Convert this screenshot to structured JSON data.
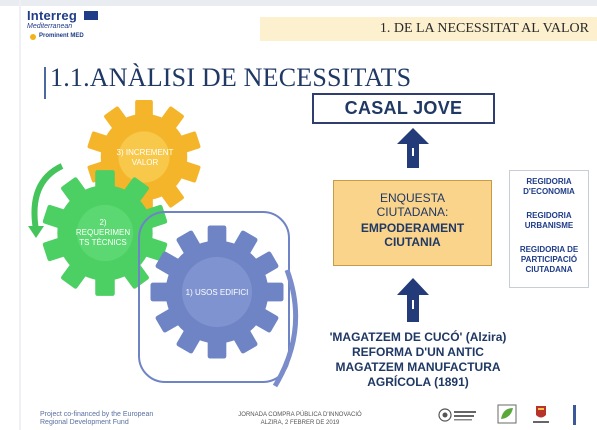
{
  "logo": {
    "title": "Interreg",
    "subtitle": "Mediterranean",
    "project": "Prominent MED"
  },
  "header": {
    "section": "1. DE LA NECESSITAT  AL VALOR"
  },
  "slide": {
    "title": "1.1.ANÀLISI DE NECESSITATS"
  },
  "gears": {
    "g1": "1) USOS EDIFICI",
    "g2a": "2)",
    "g2b": "REQUERIMEN",
    "g2c": "TS TÈCNICS",
    "g3a": "3) INCREMENT",
    "g3b": "VALOR"
  },
  "casal": "CASAL JOVE",
  "survey": {
    "line1": "ENQUESTA",
    "line2": "CIUTADANA:",
    "line3": "EMPODERAMENT",
    "line4": "CIUTANIA"
  },
  "regidories": {
    "r1a": "REGIDORIA",
    "r1b": "D'ECONOMIA",
    "r2a": "REGIDORIA",
    "r2b": "URBANISME",
    "r3a": "REGIDORIA DE",
    "r3b": "PARTICIPACIÓ",
    "r3c": "CIUTADANA"
  },
  "magatzem": {
    "l1a": "'MAGATZEM DE CUCÓ'",
    "l1b": " (Alzira)",
    "l2": "REFORMA D'UN ANTIC",
    "l3": "MAGATZEM MANUFACTURA",
    "l4": "AGRÍCOLA (1891)"
  },
  "footer": {
    "cofin1": "Project co-financed by the European",
    "cofin2": "Regional Development Fund",
    "event1": "JORNADA  COMPRA PÚBLICA D'INNOVACIÓ",
    "event2": "ALZIRA, 2 FEBRER DE 2019"
  },
  "colors": {
    "navy": "#1f3864",
    "gear_blue": "#6f84c4",
    "gear_green": "#4ccf63",
    "gear_orange": "#f4b52a",
    "survey_fill": "#fbd48b"
  }
}
